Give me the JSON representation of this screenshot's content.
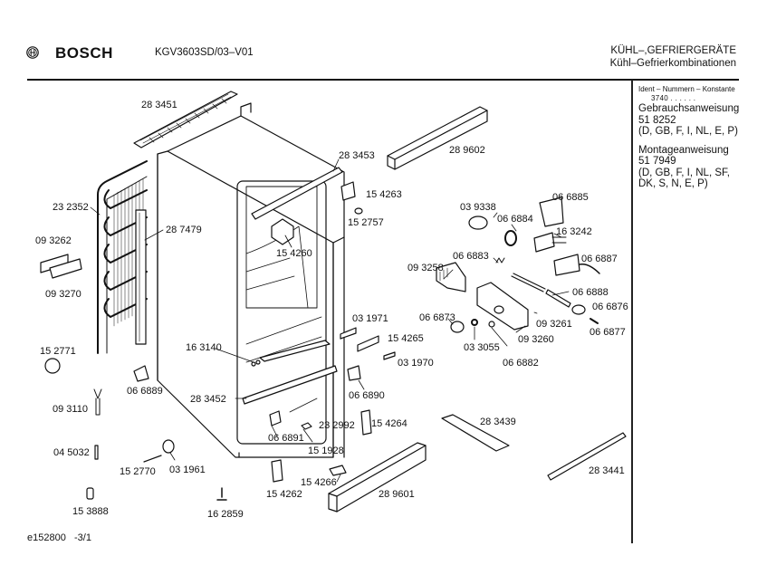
{
  "header": {
    "brand": "BOSCH",
    "model": "KGV3603SD/03–V01",
    "category_line1": "KÜHL–,GEFRIERGERÄTE",
    "category_line2": "Kühl–Gefrierkombinationen"
  },
  "sidebar": {
    "ident_label": "Ident – Nummern – Konstante",
    "ident_value": "3740  .  .  .  .  .  .",
    "manual1_title": "Gebrauchsanweisung",
    "manual1_number": "51 8252",
    "manual1_langs": "(D, GB, F, I, NL, E, P)",
    "manual2_title": "Montageanweisung",
    "manual2_number": "51 7949",
    "manual2_langs_1": "(D, GB, F, I, NL, SF,",
    "manual2_langs_2": "DK, S, N, E, P)"
  },
  "parts": [
    {
      "id": "p283451",
      "label": "28 3451"
    },
    {
      "id": "p283453",
      "label": "28 3453"
    },
    {
      "id": "p289602",
      "label": "28 9602"
    },
    {
      "id": "p154263",
      "label": "15 4263"
    },
    {
      "id": "p152757",
      "label": "15 2757"
    },
    {
      "id": "p232352",
      "label": "23 2352"
    },
    {
      "id": "p287479",
      "label": "28 7479"
    },
    {
      "id": "p093262",
      "label": "09 3262"
    },
    {
      "id": "p093270",
      "label": "09 3270"
    },
    {
      "id": "p154260",
      "label": "15 4260"
    },
    {
      "id": "p039338",
      "label": "03 9338"
    },
    {
      "id": "p066885",
      "label": "06 6885"
    },
    {
      "id": "p066884",
      "label": "06 6884"
    },
    {
      "id": "p163242",
      "label": "16 3242"
    },
    {
      "id": "p066883",
      "label": "06 6883"
    },
    {
      "id": "p093258",
      "label": "09 3258"
    },
    {
      "id": "p066887",
      "label": "06 6887"
    },
    {
      "id": "p066888",
      "label": "06 6888"
    },
    {
      "id": "p066876",
      "label": "06 6876"
    },
    {
      "id": "p093261",
      "label": "09 3261"
    },
    {
      "id": "p066877",
      "label": "06 6877"
    },
    {
      "id": "p093260",
      "label": "09 3260"
    },
    {
      "id": "p031971",
      "label": "03 1971"
    },
    {
      "id": "p066873",
      "label": "06 6873"
    },
    {
      "id": "p154265",
      "label": "15 4265"
    },
    {
      "id": "p033055",
      "label": "03 3055"
    },
    {
      "id": "p066882",
      "label": "06 6882"
    },
    {
      "id": "p031970",
      "label": "03 1970"
    },
    {
      "id": "p152771",
      "label": "15 2771"
    },
    {
      "id": "p163140",
      "label": "16 3140"
    },
    {
      "id": "p066889",
      "label": "06 6889"
    },
    {
      "id": "p066890",
      "label": "06 6890"
    },
    {
      "id": "p283452",
      "label": "28 3452"
    },
    {
      "id": "p093110",
      "label": "09 3110"
    },
    {
      "id": "p232992",
      "label": "23 2992"
    },
    {
      "id": "p154264",
      "label": "15 4264"
    },
    {
      "id": "p283439",
      "label": "28 3439"
    },
    {
      "id": "p066891",
      "label": "06 6891"
    },
    {
      "id": "p151928",
      "label": "15 1928"
    },
    {
      "id": "p045032",
      "label": "04 5032"
    },
    {
      "id": "p152770",
      "label": "15 2770"
    },
    {
      "id": "p031961",
      "label": "03 1961"
    },
    {
      "id": "p154266",
      "label": "15 4266"
    },
    {
      "id": "p154262",
      "label": "15 4262"
    },
    {
      "id": "p289601",
      "label": "28 9601"
    },
    {
      "id": "p283441",
      "label": "28 3441"
    },
    {
      "id": "p153888",
      "label": "15 3888"
    },
    {
      "id": "p162859",
      "label": "16 2859"
    }
  ],
  "footer": {
    "drawing_id": "e152800",
    "page": "-3/1"
  }
}
